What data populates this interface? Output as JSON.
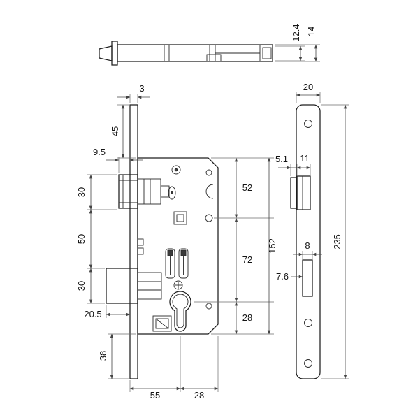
{
  "dimensions": {
    "top_view": {
      "latch_height": "12.4",
      "body_height": "14"
    },
    "front_view": {
      "faceplate_thickness": "3",
      "latch_protrusion": "9.5",
      "plate_top_to_case": "45",
      "latch_span": "30",
      "latch_to_bolt": "50",
      "bolt_span": "30",
      "bolt_throw": "20.5",
      "case_to_plate_bottom": "38",
      "case_top_to_spindle": "52",
      "spindle_to_cylinder": "72",
      "cylinder_to_case_bottom": "28",
      "case_height": "152",
      "backset": "55",
      "center_to_back": "28"
    },
    "side_view": {
      "plate_width": "20",
      "latch_lip": "5.1",
      "latch_cutout_width": "11",
      "bolt_cutout_width": "8",
      "bolt_cutout_offset": "7.6",
      "plate_height": "235"
    }
  }
}
